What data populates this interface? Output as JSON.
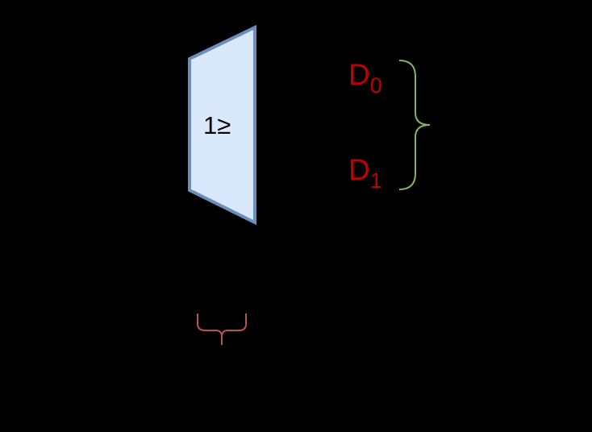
{
  "diagram": {
    "background": "#000000",
    "mux": {
      "label": "1≥",
      "fill": "#dae8fc",
      "stroke": "#6c8ebf"
    },
    "inputs": [
      {
        "letter": "D",
        "index": "0"
      },
      {
        "letter": "D",
        "index": "1"
      }
    ],
    "input_label_color": "#c00000",
    "input_brace_color": "#82b366",
    "select_brace_color": "#b85450"
  }
}
